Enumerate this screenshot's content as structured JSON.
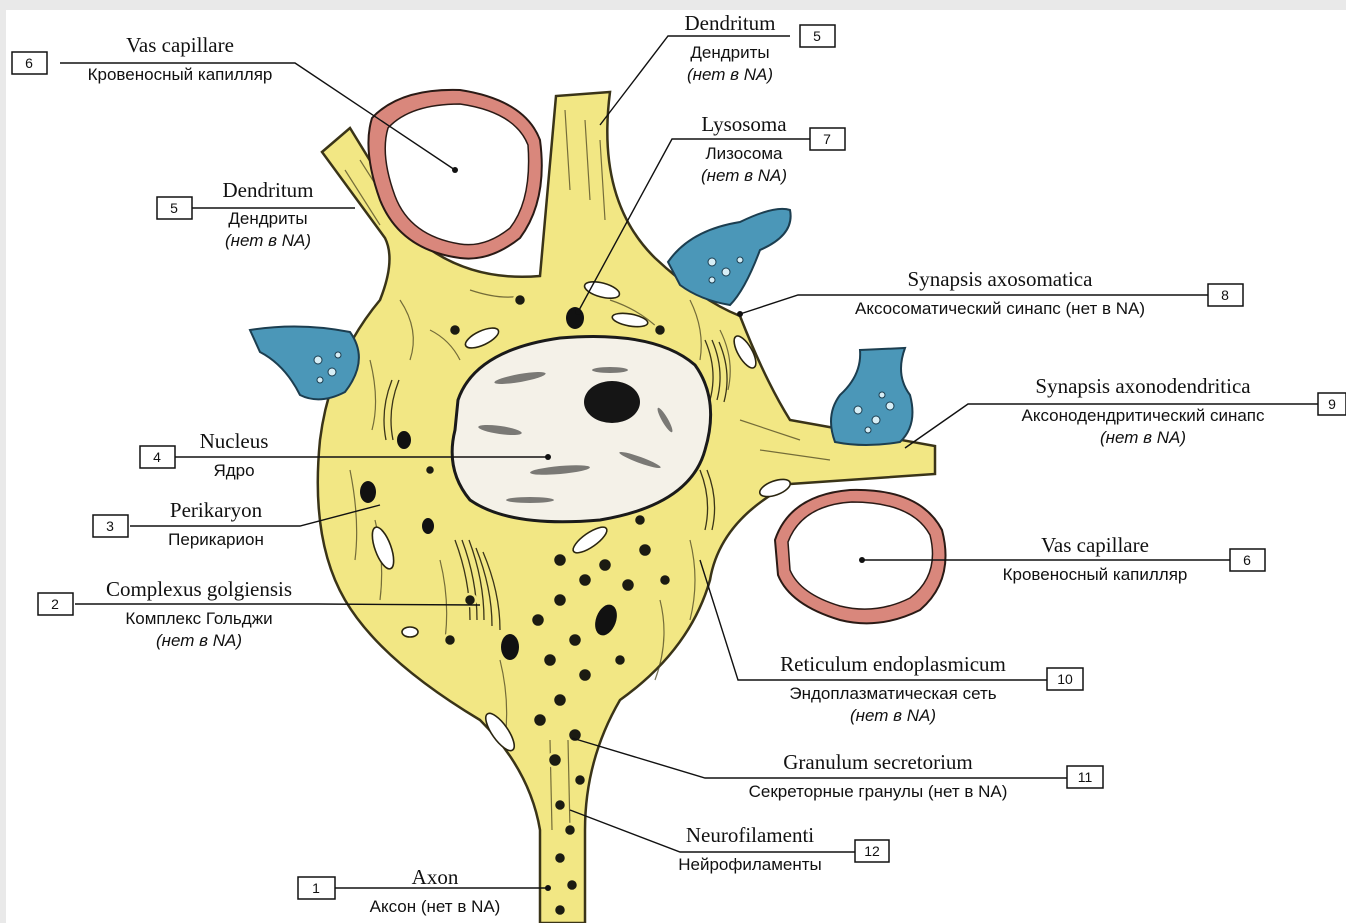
{
  "labels": {
    "axon": {
      "num": "1",
      "latin": "Axon",
      "russian": "Аксон (нет в NA)"
    },
    "golgi": {
      "num": "2",
      "latin": "Complexus golgiensis",
      "russian": "Комплекс Гольджи",
      "note": "(нет в NA)"
    },
    "perikaryon": {
      "num": "3",
      "latin": "Perikaryon",
      "russian": "Перикарион"
    },
    "nucleus": {
      "num": "4",
      "latin": "Nucleus",
      "russian": "Ядро"
    },
    "dendritum_left": {
      "num": "5",
      "latin": "Dendritum",
      "russian": "Дендриты",
      "note": "(нет в NA)"
    },
    "dendritum_top": {
      "num": "5",
      "latin": "Dendritum",
      "russian": "Дендриты",
      "note": "(нет в NA)"
    },
    "vas_left": {
      "num": "6",
      "latin": "Vas capillare",
      "russian": "Кровеносный капилляр"
    },
    "vas_right": {
      "num": "6",
      "latin": "Vas capillare",
      "russian": "Кровеносный капилляр"
    },
    "lysosoma": {
      "num": "7",
      "latin": "Lysosoma",
      "russian": "Лизосома",
      "note": "(нет в NA)"
    },
    "axosomatica": {
      "num": "8",
      "latin": "Synapsis axosomatica",
      "russian": "Аксосоматический синапс (нет в NA)"
    },
    "axodendritica": {
      "num": "9",
      "latin": "Synapsis axonodendritica",
      "russian": "Аксонодендритический синапс",
      "note": "(нет в NA)"
    },
    "reticulum": {
      "num": "10",
      "latin": "Reticulum endoplasmicum",
      "russian": "Эндоплазматическая сеть",
      "note": "(нет в NA)"
    },
    "granulum": {
      "num": "11",
      "latin": "Granulum secretorium",
      "russian": "Секреторные гранулы (нет в NA)"
    },
    "neurofilamenti": {
      "num": "12",
      "latin": "Neurofilamenti",
      "russian": "Нейрофиламенты"
    }
  },
  "colors": {
    "cytoplasm": "#f2e784",
    "cytoplasm_outline": "#3a3418",
    "synapse": "#4b97b8",
    "vessel_wall": "#d9877c",
    "nucleus": "#f4f1e8",
    "nucleolus": "#151515"
  }
}
